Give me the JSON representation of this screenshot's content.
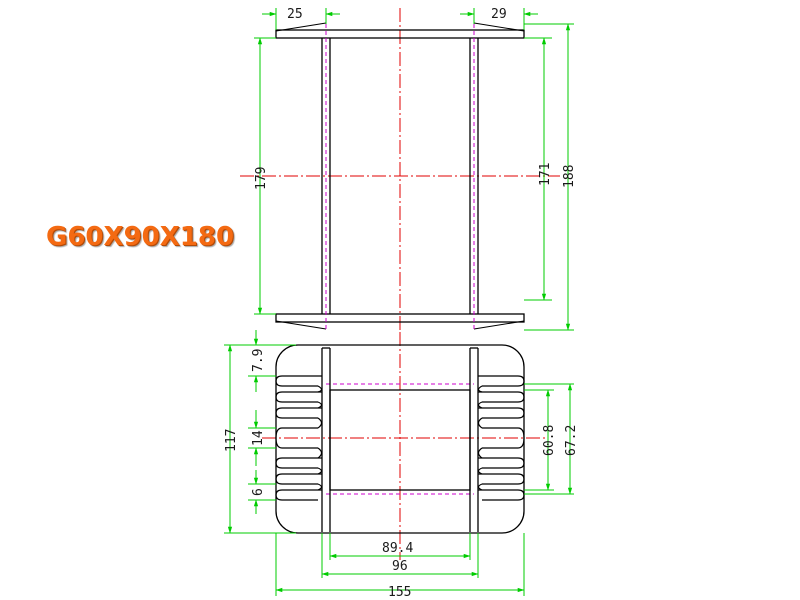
{
  "title": "G60X90X180",
  "colors": {
    "outline": "#000000",
    "dimension": "#00cc00",
    "centerline": "#e00000",
    "hidden": "#cc00cc",
    "title": "#f46a12"
  },
  "top_view": {
    "dims": {
      "left_flange": "25",
      "right_flange": "29",
      "height_left": "179",
      "inner_height": "171",
      "total_height": "188"
    }
  },
  "bottom_view": {
    "dims": {
      "top_offset": "7.9",
      "slot_pitch": "14",
      "bottom_offset": "6",
      "overall_height": "117",
      "window_height": "60.8",
      "outer_window": "67.2",
      "inner_width": "89.4",
      "mid_width": "96",
      "overall_width": "155"
    }
  }
}
